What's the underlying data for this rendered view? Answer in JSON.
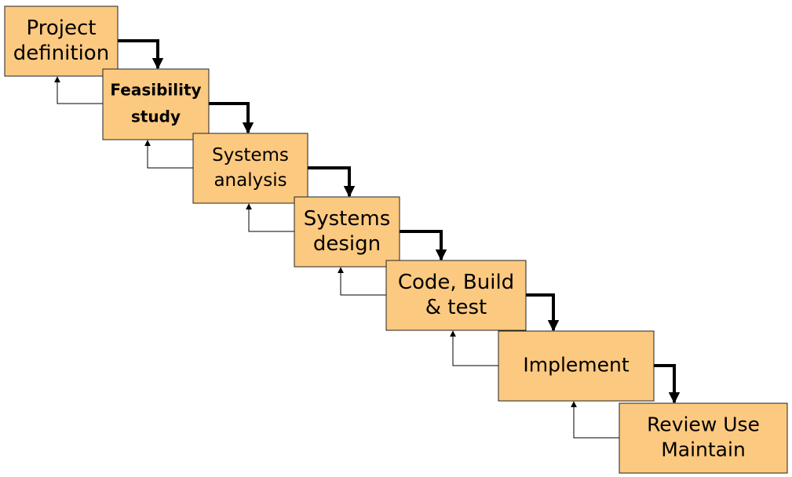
{
  "diagram": {
    "box_fill": "#fcc980",
    "stages": [
      {
        "lines": [
          "Project",
          "definition"
        ],
        "bold": false
      },
      {
        "lines": [
          "Feasibility",
          "study"
        ],
        "bold": true
      },
      {
        "lines": [
          "Systems",
          "analysis"
        ],
        "bold": false
      },
      {
        "lines": [
          "Systems",
          "design"
        ],
        "bold": false
      },
      {
        "lines": [
          "Code, Build",
          "&  test"
        ],
        "bold": false
      },
      {
        "lines": [
          "Implement"
        ],
        "bold": false
      },
      {
        "lines": [
          "Review Use",
          "Maintain"
        ],
        "bold": false
      }
    ]
  }
}
